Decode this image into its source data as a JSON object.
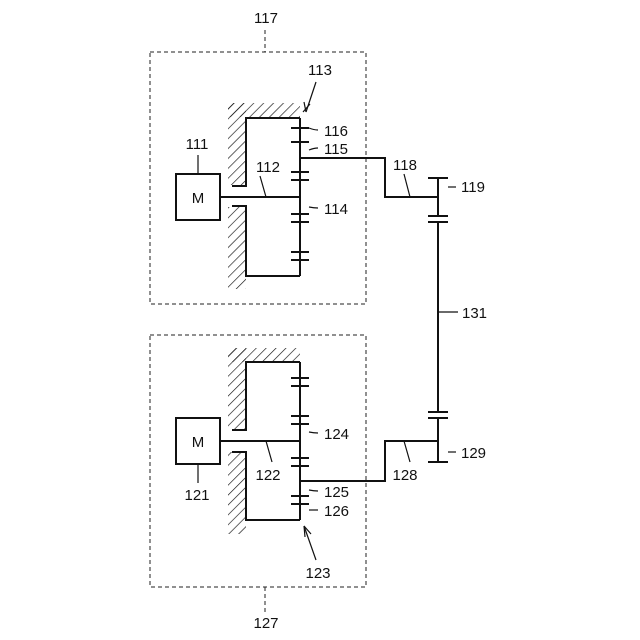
{
  "labels": {
    "upper_unit": "117",
    "upper_gear_set": "113",
    "upper_ring": "116",
    "upper_carrier": "115",
    "upper_sun": "114",
    "upper_motor_ref": "111",
    "upper_motor_shaft": "112",
    "upper_output_shaft": "118",
    "upper_sprocket": "119",
    "lower_unit": "127",
    "lower_gear_set": "123",
    "lower_ring": "126",
    "lower_carrier": "125",
    "lower_sun": "124",
    "lower_motor_ref": "121",
    "lower_motor_shaft": "122",
    "lower_output_shaft": "128",
    "lower_sprocket": "129",
    "chain": "131"
  },
  "motor_text": "M"
}
